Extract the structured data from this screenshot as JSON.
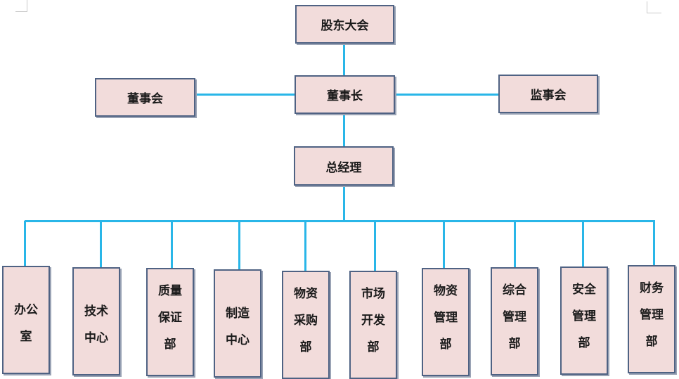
{
  "colors": {
    "box_fill": "#f2dcdb",
    "box_border": "#4f6283",
    "connector": "#29b6e8"
  },
  "top": {
    "shareholders": "股东大会",
    "chairman": "董事长",
    "board": "董事会",
    "supervisors": "监事会",
    "gm": "总经理"
  },
  "departments": [
    {
      "lines": [
        "办公",
        "室"
      ]
    },
    {
      "lines": [
        "技术",
        "中心"
      ]
    },
    {
      "lines": [
        "质量",
        "保证",
        "部"
      ]
    },
    {
      "lines": [
        "制造",
        "中心"
      ]
    },
    {
      "lines": [
        "物资",
        "采购",
        "部"
      ]
    },
    {
      "lines": [
        "市场",
        "开发",
        "部"
      ]
    },
    {
      "lines": [
        "物资",
        "管理",
        "部"
      ]
    },
    {
      "lines": [
        "综合",
        "管理",
        "部"
      ]
    },
    {
      "lines": [
        "安全",
        "管理",
        "部"
      ]
    },
    {
      "lines": [
        "财务",
        "管理",
        "部"
      ]
    }
  ]
}
